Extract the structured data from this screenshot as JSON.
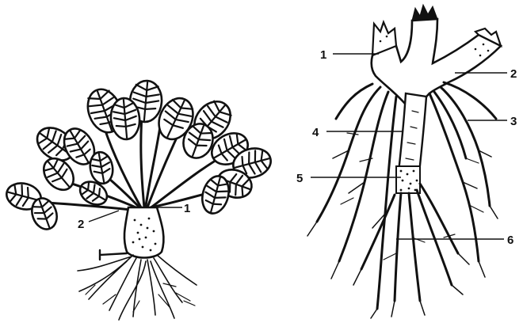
{
  "left_plant": {
    "labels": [
      "1",
      "2"
    ]
  },
  "right_plant": {
    "labels": [
      "1",
      "2",
      "3",
      "4",
      "5",
      "6"
    ]
  }
}
